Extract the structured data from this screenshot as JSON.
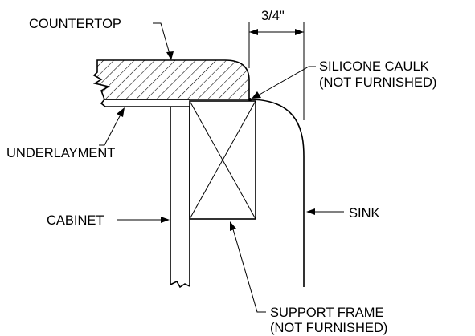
{
  "labels": {
    "countertop": "COUNTERTOP",
    "dimension": "3/4\"",
    "silicone_caulk_1": "SILICONE CAULK",
    "silicone_caulk_2": "(NOT FURNISHED)",
    "underlayment": "UNDERLAYMENT",
    "cabinet": "CABINET",
    "sink": "SINK",
    "support_frame_1": "SUPPORT FRAME",
    "support_frame_2": "(NOT FURNISHED)"
  }
}
